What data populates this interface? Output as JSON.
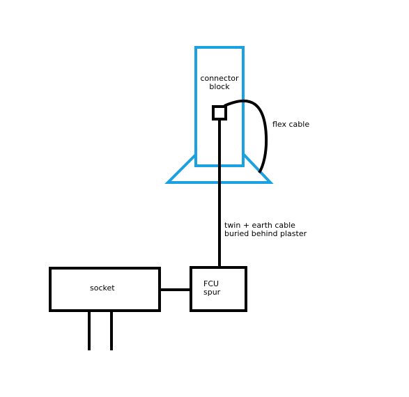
{
  "labels": {
    "connector_block_1": "connector",
    "connector_block_2": "block",
    "flex_cable": "flex cable",
    "twin_earth_1": "twin + earth cable",
    "twin_earth_2": "buried behind plaster",
    "fcu_1": "FCU",
    "fcu_2": "spur",
    "socket": "socket"
  },
  "colors": {
    "fitting": "#1ba1e2",
    "wiring": "#000000",
    "background": "#ffffff"
  }
}
